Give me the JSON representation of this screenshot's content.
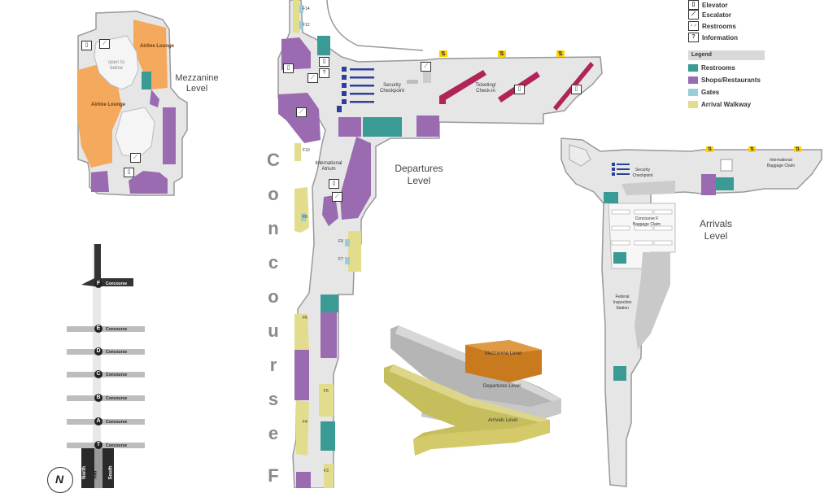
{
  "colors": {
    "restrooms": "#3a9a94",
    "shops": "#9a6bb0",
    "gates": "#9ccbd9",
    "arrival_walkway": "#e2dd8c",
    "lounge": "#f4a95c",
    "floor": "#e6e6e6",
    "outline": "#999999",
    "ticketing": "#b0245a",
    "checkpoint": "#2c3f99"
  },
  "legend": {
    "icons": [
      {
        "label": "Elevator",
        "icon": "elevator-icon",
        "glyph": "▯"
      },
      {
        "label": "Escalator",
        "icon": "escalator-icon",
        "glyph": "⟋"
      },
      {
        "label": "Restrooms",
        "icon": "restroom-icon",
        "glyph": "♀♂"
      },
      {
        "label": "Information",
        "icon": "information-icon",
        "glyph": "?"
      }
    ],
    "title": "Legend",
    "items": [
      {
        "label": "Restrooms",
        "color": "#3a9a94"
      },
      {
        "label": "Shops/Restaurants",
        "color": "#9a6bb0"
      },
      {
        "label": "Gates",
        "color": "#9ccbd9"
      },
      {
        "label": "Arrival Walkway",
        "color": "#e2dd8c"
      }
    ]
  },
  "levels": {
    "mezzanine": "Mezzanine Level",
    "departures": "Departures Level",
    "arrivals": "Arrivals Level"
  },
  "mezzanine_labels": {
    "airline_lounge_top": "Airline Lounge",
    "airline_lounge_left": "Airline Lounge",
    "open_to_below": "open to below"
  },
  "departures_labels": {
    "security_checkpoint": "Security Checkpoint",
    "ticketing": "Ticketing/ Check-in",
    "international_atrium": "International Atrium"
  },
  "arrivals_labels": {
    "security_checkpoint": "Security Checkpoint",
    "baggage_claim_f": "Concourse F Baggage Claim",
    "federal_inspection": "Federal Inspection Station",
    "international_baggage": "International Baggage Claim"
  },
  "gates": [
    "F14",
    "F12",
    "F10",
    "F8",
    "F9",
    "F7",
    "F6",
    "F5",
    "F4",
    "F3"
  ],
  "concourse_title_letters": [
    "C",
    "o",
    "n",
    "c",
    "o",
    "u",
    "r",
    "s",
    "e",
    "F"
  ],
  "stack_labels": {
    "mezzanine": "Mezzanine Level",
    "departures": "Departures Level",
    "arrivals": "Arrivals Level"
  },
  "concourse_diagram": {
    "items": [
      {
        "letter": "F",
        "label": "Concourse"
      },
      {
        "letter": "E",
        "label": "Concourse"
      },
      {
        "letter": "D",
        "label": "Concourse"
      },
      {
        "letter": "C",
        "label": "Concourse"
      },
      {
        "letter": "B",
        "label": "Concourse"
      },
      {
        "letter": "A",
        "label": "Concourse"
      },
      {
        "letter": "T",
        "label": "Concourse"
      }
    ],
    "terminal_north": "North",
    "terminal_south": "South",
    "terminal_word": "nal",
    "compass_letter": "N"
  }
}
